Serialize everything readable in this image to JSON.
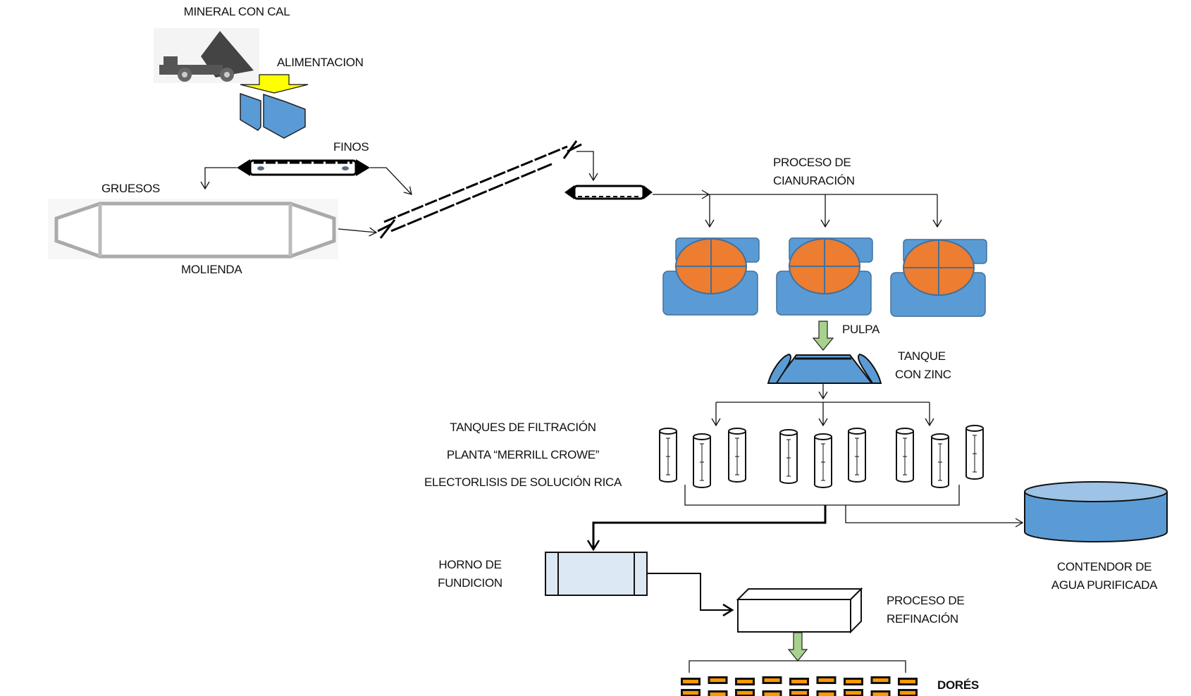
{
  "labels": {
    "mineral": "MINERAL CON CAL",
    "alimentacion": "ALIMENTACION",
    "finos": "FINOS",
    "gruesos": "GRUESOS",
    "molienda": "MOLIENDA",
    "cianuracion_1": "PROCESO DE",
    "cianuracion_2": "CIANURACIÓN",
    "pulpa": "PULPA",
    "tanque_1": "TANQUE",
    "tanque_2": "CON ZINC",
    "filtracion": "TANQUES DE FILTRACIÓN",
    "merrill": "PLANTA “MERRILL CROWE”",
    "electrolisis": "ELECTORLISIS DE SOLUCIÓN RICA",
    "contenedor_1": "CONTENDOR DE",
    "contenedor_2": "AGUA PURIFICADA",
    "horno_1": "HORNO DE",
    "horno_2": "FUNDICION",
    "refinacion_1": "PROCESO DE",
    "refinacion_2": "REFINACIÓN",
    "dores": "DORÉS"
  },
  "colors": {
    "equipment_blue": "#5b9bd5",
    "cyanide_orange": "#ed7d31",
    "feed_arrow_yellow": "#ffff00",
    "flow_arrow_green": "#a9d18e",
    "furnace_fill": "#dde8f5",
    "dore_orange": "#ff9900"
  },
  "icons": [
    "dump-truck-icon",
    "hopper-icon",
    "conveyor-icon",
    "ball-mill-icon",
    "cyanidation-tank-icon",
    "zinc-tank-icon",
    "filter-tank-icon",
    "water-tank-icon",
    "furnace-icon",
    "refining-box-icon",
    "dore-bar-icon"
  ]
}
